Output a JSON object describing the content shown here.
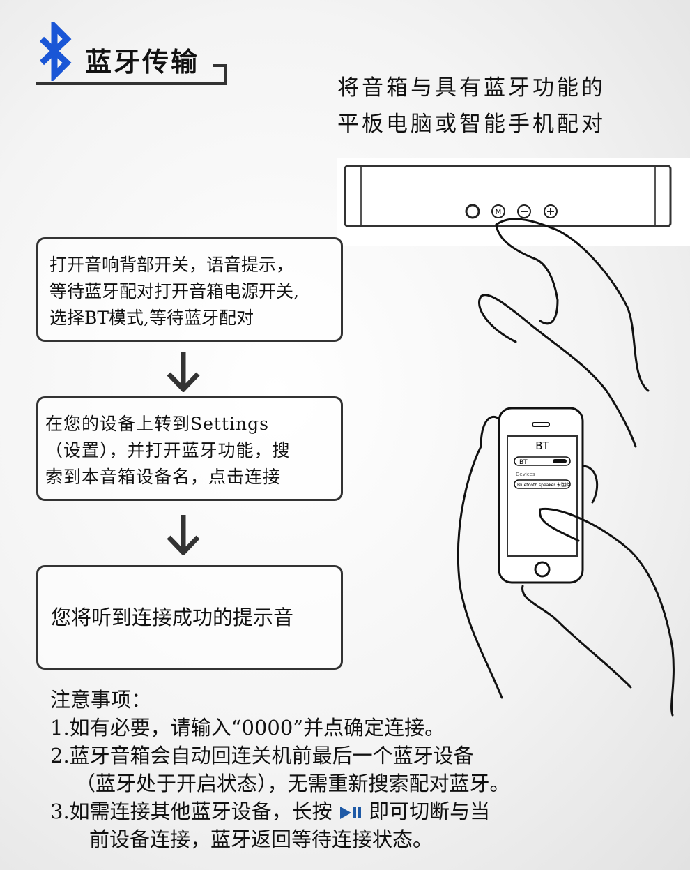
{
  "header": {
    "title": "蓝牙传输",
    "icon": "bluetooth-icon",
    "icon_color": "#1a56d6"
  },
  "intro": {
    "line1": "将音箱与具有蓝牙功能的",
    "line2": "平板电脑或智能手机配对"
  },
  "steps": [
    {
      "lines": [
        "打开音响背部开关，语音提示，",
        "等待蓝牙配对打开音箱电源开关,",
        "选择BT模式,等待蓝牙配对"
      ]
    },
    {
      "lines": [
        "在您的设备上转到Settings",
        "（设置），并打开蓝牙功能，搜",
        "索到本音箱设备名，点击连接"
      ]
    },
    {
      "lines": [
        "您将听到连接成功的提示音"
      ]
    }
  ],
  "speaker": {
    "buttons": [
      "power",
      "M",
      "−",
      "+"
    ]
  },
  "phone": {
    "screen_title": "BT",
    "toggle_label": "BT",
    "devices_label": "Devices",
    "device_name": "Bluetooth speaker 未连接"
  },
  "notes": {
    "heading": "注意事项：",
    "item1": "1.如有必要，请输入“0000”并点确定连接。",
    "item2a": "2.蓝牙音箱会自动回连关机前最后一个蓝牙设备",
    "item2b": "（蓝牙处于开启状态），无需重新搜索配对蓝牙。",
    "item3a": "3.如需连接其他蓝牙设备，长按",
    "item3a_end": "即可切断与当",
    "item3b": "前设备连接，蓝牙返回等待连接状态。",
    "play_icon_color": "#1f5aa6"
  }
}
